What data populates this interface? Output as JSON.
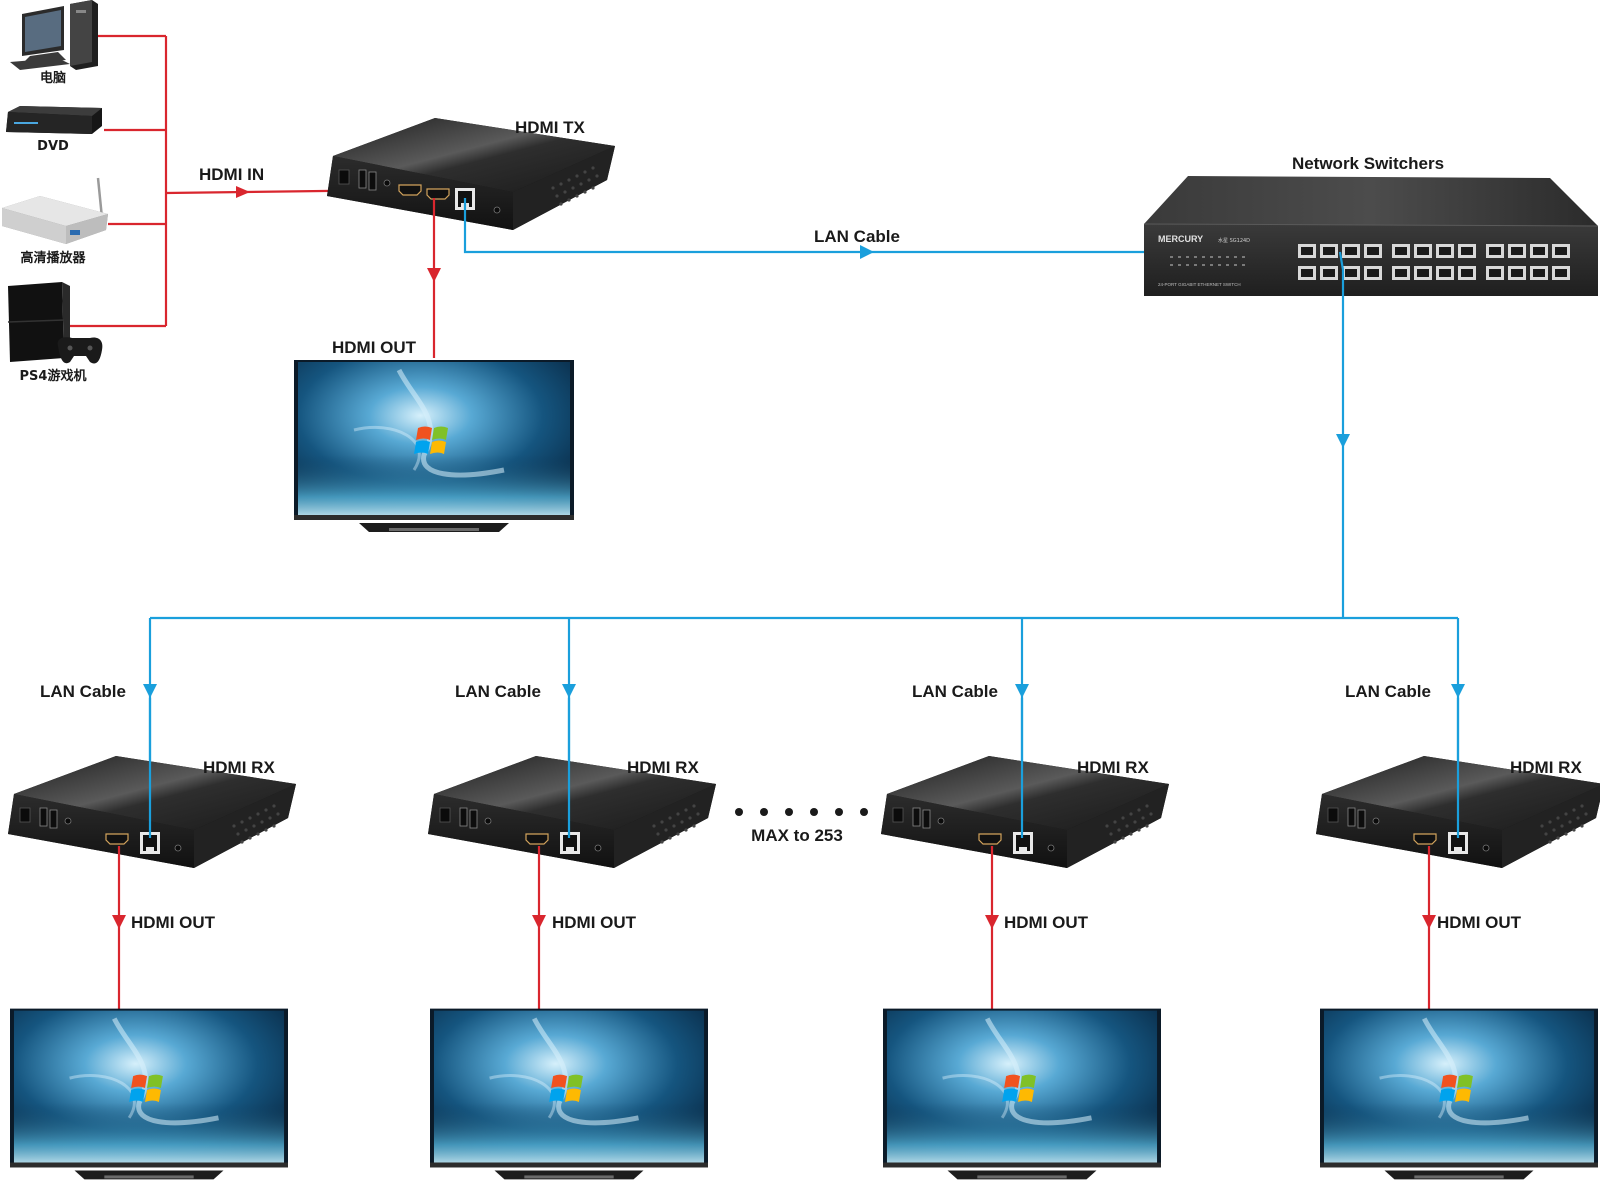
{
  "sources": [
    {
      "label": "电脑"
    },
    {
      "label": "DVD"
    },
    {
      "label": "高清播放器"
    },
    {
      "label": "PS4游戏机"
    }
  ],
  "labels": {
    "hdmi_in": "HDMI IN",
    "hdmi_tx": "HDMI TX",
    "hdmi_out": "HDMI OUT",
    "lan_cable": "LAN Cable",
    "network_switchers": "Network Switchers",
    "hdmi_rx": "HDMI RX",
    "max_to": "MAX to 253"
  },
  "switch_device": {
    "brand": "MERCURY",
    "model": "水星 SG124D",
    "subtitle": "24-PORT GIGABIT ETHERNET SWITCH"
  },
  "colors": {
    "hdmi_line": "#d9262e",
    "lan_line": "#1a9fdc",
    "device_body": "#2a2a2a"
  }
}
